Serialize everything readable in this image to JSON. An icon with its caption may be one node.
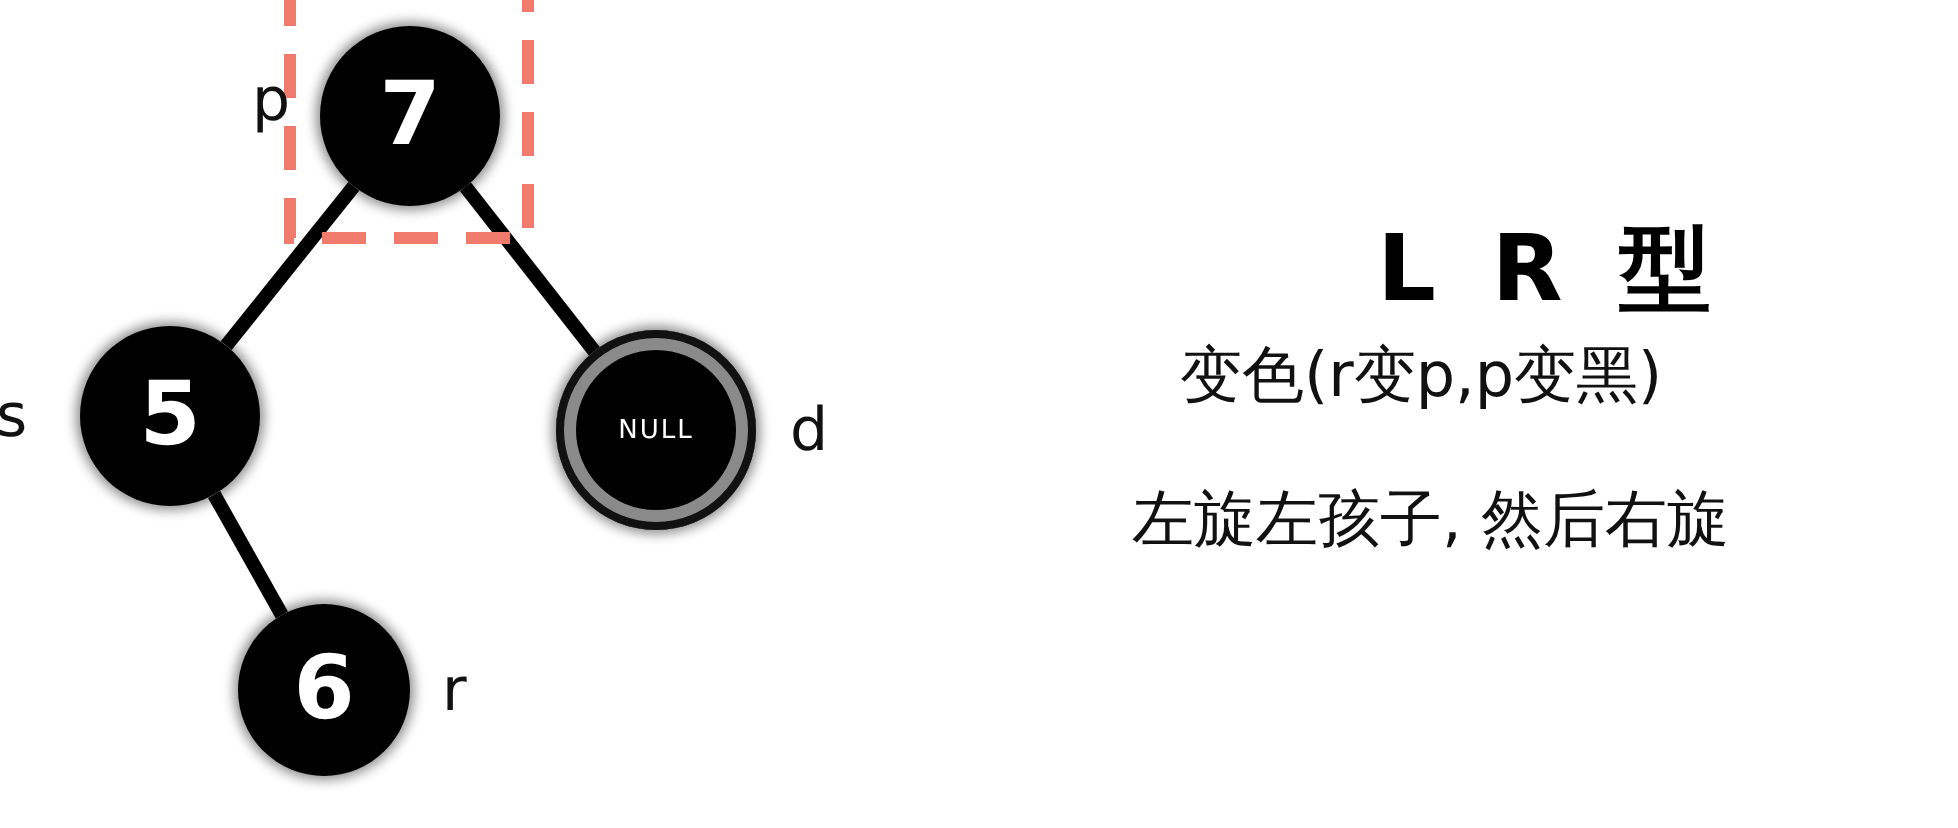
{
  "diagram": {
    "title": "L R 型",
    "nodes": [
      {
        "text": [],
        "shape": "box"
      },
      {
        "text": [
          "7"
        ],
        "in": 0,
        "beside": [
          "p"
        ]
      },
      {
        "text": [
          "5"
        ],
        "beside": [
          "s"
        ]
      },
      {
        "text": [
          "NULL"
        ],
        "beside": [
          "d"
        ]
      },
      {
        "text": [
          "6"
        ],
        "beside": [
          "r"
        ]
      }
    ],
    "edges": [
      {
        "from": 1,
        "to": 2,
        "arrow": "none"
      },
      {
        "from": 1,
        "to": 3,
        "arrow": "none"
      },
      {
        "from": 2,
        "to": 4,
        "arrow": "none"
      }
    ],
    "labels": [
      "变色(r变p,p变黑)",
      "左旋左孩子, 然后右旋"
    ]
  }
}
